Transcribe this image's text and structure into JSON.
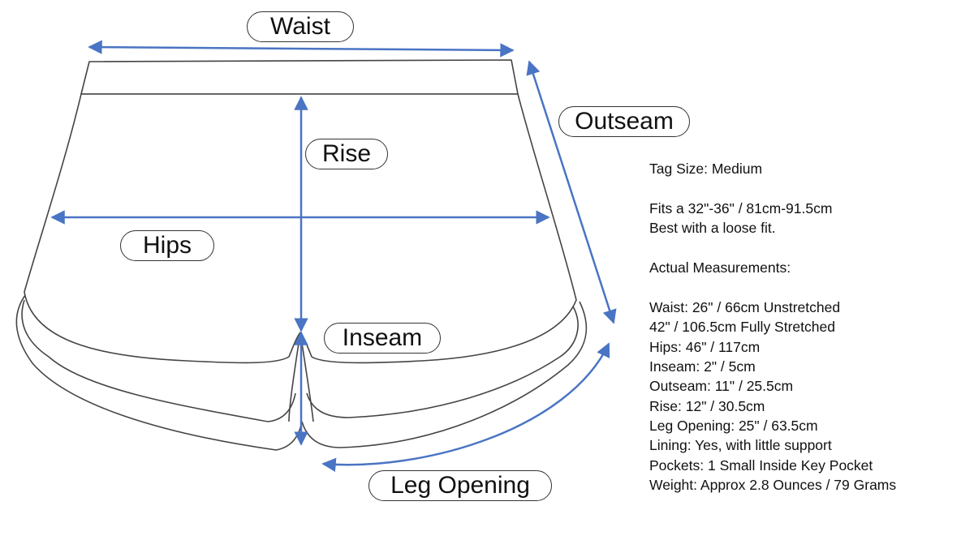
{
  "labels": {
    "waist": "Waist",
    "outseam": "Outseam",
    "rise": "Rise",
    "hips": "Hips",
    "inseam": "Inseam",
    "leg_opening": "Leg Opening"
  },
  "specs": {
    "tag_size": "Tag Size: Medium",
    "fits": "Fits a 32\"-36\" / 81cm-91.5cm",
    "fit_note": "Best with a loose fit.",
    "actual_header": "Actual Measurements:",
    "waist_unstretched": "Waist: 26\" / 66cm Unstretched",
    "waist_stretched": "42\" / 106.5cm Fully Stretched",
    "hips": "Hips: 46\" / 117cm",
    "inseam": "Inseam: 2\" / 5cm",
    "outseam": "Outseam: 11\" / 25.5cm",
    "rise": "Rise: 12\" / 30.5cm",
    "leg_opening": "Leg Opening: 25\" / 63.5cm",
    "lining": "Lining: Yes, with little support",
    "pockets": "Pockets: 1 Small Inside Key Pocket",
    "weight": "Weight: Approx 2.8 Ounces / 79 Grams"
  },
  "colors": {
    "arrow": "#4a74c4",
    "outline": "#444444"
  },
  "icons": {
    "shorts": "shorts-outline-icon"
  }
}
